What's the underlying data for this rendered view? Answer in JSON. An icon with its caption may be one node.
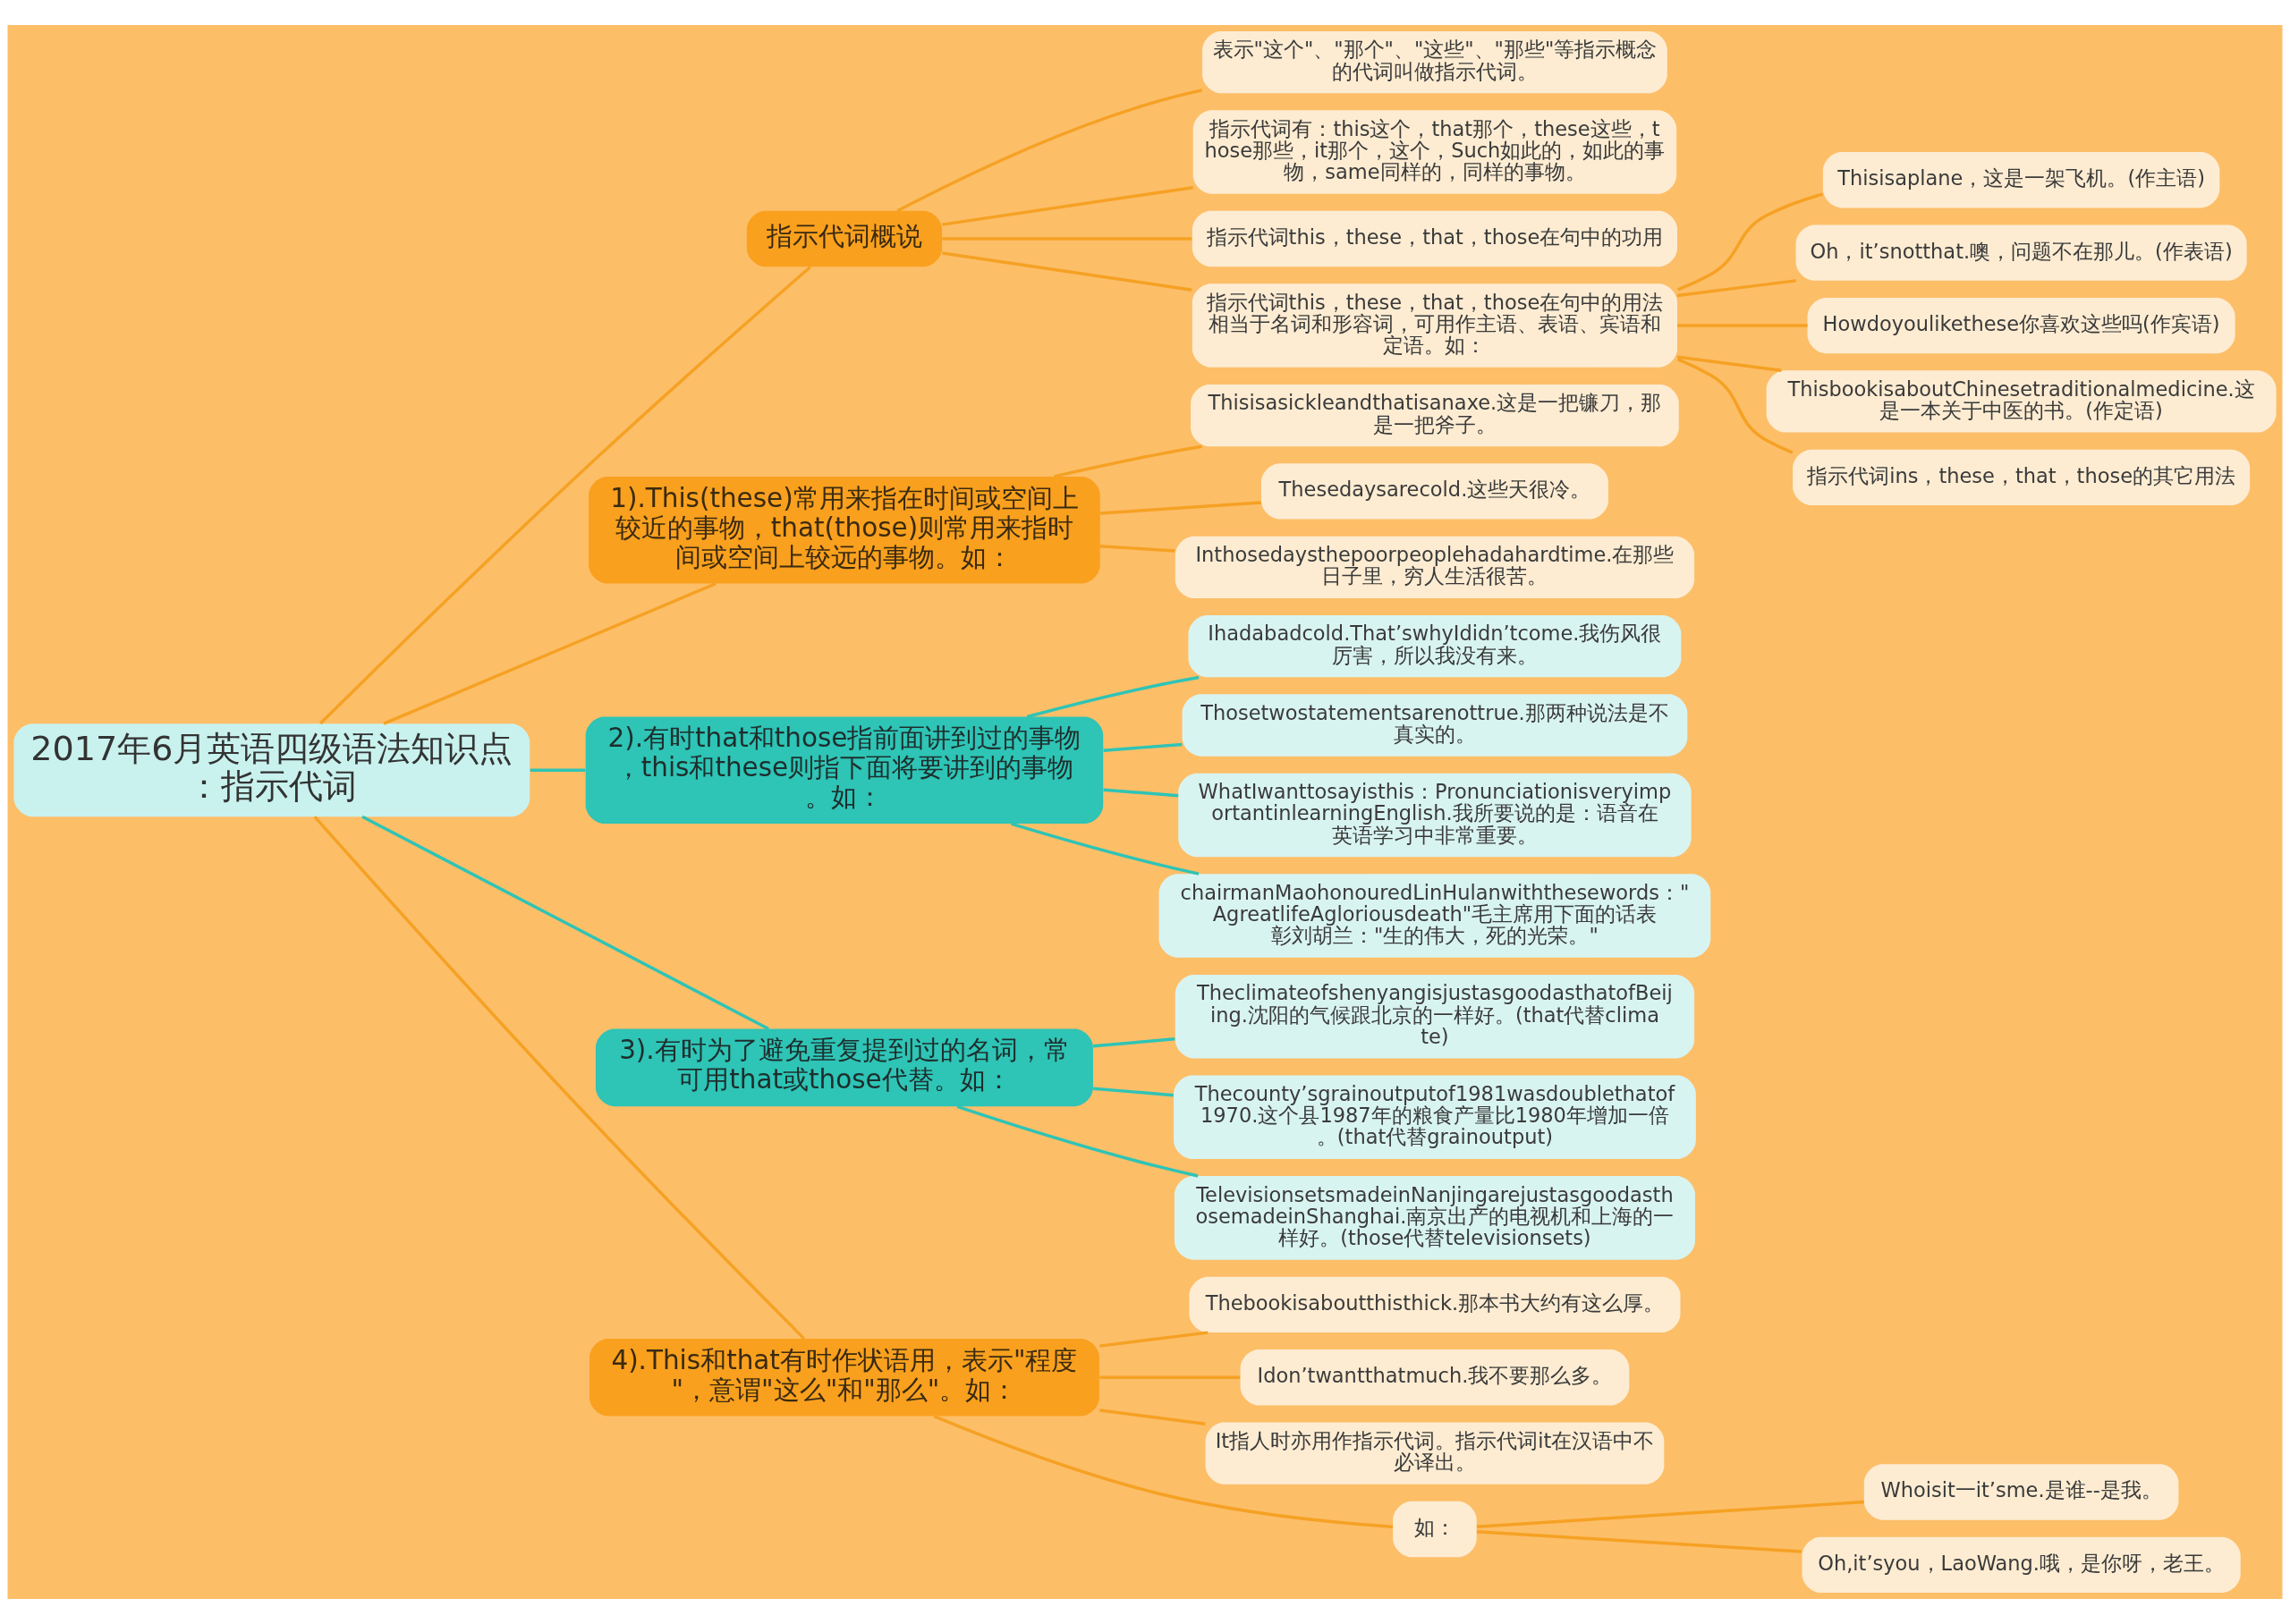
{
  "diagram": {
    "nodes": [
      {
        "text": [
          "2017年6月英语四级语法知识点：指示代词"
        ]
      },
      {
        "text": [
          "指示代词概说"
        ]
      },
      {
        "text": [
          "表示\"这个\"、\"那个\"、\"这些\"、\"那些\"等指示概念的代词叫做指示代词。"
        ]
      },
      {
        "text": [
          "指示代词有：this这个，that那个，these这些，those那些，it那个，这个，Such如此的，如此的事物，same同样的，同样的事物。"
        ]
      },
      {
        "text": [
          "指示代词this，these，that，those在句中的功用"
        ]
      },
      {
        "text": [
          "指示代词this，these，that，those在句中的用法相当于名词和形容词，可用作主语、表语、宾语和定语。如："
        ]
      },
      {
        "text": [
          "Thisisaplane，这是一架飞机。(作主语)"
        ]
      },
      {
        "text": [
          "Oh，it’snotthat.噢，问题不在那儿。(作表语)"
        ]
      },
      {
        "text": [
          "Howdoyoulikethese你喜欢这些吗(作宾语)"
        ]
      },
      {
        "text": [
          "ThisbookisaboutChinesetraditionalmedicine.这是一本关于中医的书。(作定语)"
        ]
      },
      {
        "text": [
          "指示代词ins，these，that，those的其它用法"
        ]
      },
      {
        "text": [
          "1).This(these)常用来指在时间或空间上较近的事物，that(those)则常用来指时间或空间上较远的事物。如："
        ]
      },
      {
        "text": [
          "Thisisasickleandthatisanaxe.这是一把镰刀，那是一把斧子。"
        ]
      },
      {
        "text": [
          "Thesedaysarecold.这些天很冷。"
        ]
      },
      {
        "text": [
          "Inthosedaysthepoorpeoplehadahardtime.在那些日子里，穷人生活很苦。"
        ]
      },
      {
        "text": [
          "2).有时that和those指前面讲到过的事物，this和these则指下面将要讲到的事物。如："
        ]
      },
      {
        "text": [
          "Ihadabadcold.That’swhyIdidn’tcome.我伤风很厉害，所以我没有来。"
        ]
      },
      {
        "text": [
          "Thosetwostatementsarenottrue.那两种说法是不真实的。"
        ]
      },
      {
        "text": [
          "WhatIwanttosayisthis：PronunciationisveryimportantinlearningEnglish.我所要说的是：语音在英语学习中非常重要。"
        ]
      },
      {
        "text": [
          "chairmanMaohonouredLinHulanwiththesewords：\"AgreatlifeAgloriousdeath\"毛主席用下面的话表彰刘胡兰：\"生的伟大，死的光荣。\""
        ]
      },
      {
        "text": [
          "3).有时为了避免重复提到过的名词，常可用that或those代替。如："
        ]
      },
      {
        "text": [
          "TheclimateofshenyangisjustasgoodasthatofBeijing.沈阳的气候跟北京的一样好。(that代替climate)"
        ]
      },
      {
        "text": [
          "Thecounty’sgrainoutputof1981wasdoublethatof1970.这个县1987年的粮食产量比1980年增加一倍。(that代替grainoutput)"
        ]
      },
      {
        "text": [
          "TelevisionsetsmadeinNanjingarejustasgoodasthosemadeinShanghai.南京出产的电视机和上海的一样好。(those代替televisionsets)"
        ]
      },
      {
        "text": [
          "4).This和that有时作状语用，表示\"程度\"，意谓\"这么\"和\"那么\"。如："
        ]
      },
      {
        "text": [
          "Thebookisaboutthisthick.那本书大约有这么厚。"
        ]
      },
      {
        "text": [
          "Idon’twantthatmuch.我不要那么多。"
        ]
      },
      {
        "text": [
          "It指人时亦用作指示代词。指示代词it在汉语中不必译出。"
        ]
      },
      {
        "text": [
          "如："
        ]
      },
      {
        "text": [
          "Whoisit一it’sme.是谁--是我。"
        ]
      },
      {
        "text": [
          "Oh,it’syou，LaoWang.哦，是你呀，老王。"
        ]
      }
    ],
    "edges": [
      {
        "from": 0,
        "to": 1,
        "arrow": "none"
      },
      {
        "from": 1,
        "to": 2,
        "arrow": "none"
      },
      {
        "from": 1,
        "to": 3,
        "arrow": "none"
      },
      {
        "from": 1,
        "to": 4,
        "arrow": "none"
      },
      {
        "from": 1,
        "to": 5,
        "arrow": "none"
      },
      {
        "from": 5,
        "to": 6,
        "arrow": "none"
      },
      {
        "from": 5,
        "to": 7,
        "arrow": "none"
      },
      {
        "from": 5,
        "to": 8,
        "arrow": "none"
      },
      {
        "from": 5,
        "to": 9,
        "arrow": "none"
      },
      {
        "from": 5,
        "to": 10,
        "arrow": "none"
      },
      {
        "from": 0,
        "to": 11,
        "arrow": "none"
      },
      {
        "from": 11,
        "to": 12,
        "arrow": "none"
      },
      {
        "from": 11,
        "to": 13,
        "arrow": "none"
      },
      {
        "from": 11,
        "to": 14,
        "arrow": "none"
      },
      {
        "from": 0,
        "to": 15,
        "arrow": "none",
        "color": "#2ec4b6"
      },
      {
        "from": 15,
        "to": 16,
        "arrow": "none",
        "color": "#2ec4b6"
      },
      {
        "from": 15,
        "to": 17,
        "arrow": "none",
        "color": "#2ec4b6"
      },
      {
        "from": 15,
        "to": 18,
        "arrow": "none",
        "color": "#2ec4b6"
      },
      {
        "from": 15,
        "to": 19,
        "arrow": "none",
        "color": "#2ec4b6"
      },
      {
        "from": 0,
        "to": 20,
        "arrow": "none",
        "color": "#2ec4b6"
      },
      {
        "from": 20,
        "to": 21,
        "arrow": "none",
        "color": "#2ec4b6"
      },
      {
        "from": 20,
        "to": 22,
        "arrow": "none",
        "color": "#2ec4b6"
      },
      {
        "from": 20,
        "to": 23,
        "arrow": "none",
        "color": "#2ec4b6"
      },
      {
        "from": 0,
        "to": 24,
        "arrow": "none"
      },
      {
        "from": 24,
        "to": 25,
        "arrow": "none"
      },
      {
        "from": 24,
        "to": 26,
        "arrow": "none"
      },
      {
        "from": 24,
        "to": 27,
        "arrow": "none"
      },
      {
        "from": 24,
        "to": 28,
        "arrow": "none"
      },
      {
        "from": 28,
        "to": 29,
        "arrow": "none"
      },
      {
        "from": 28,
        "to": 30,
        "arrow": "none"
      }
    ]
  }
}
